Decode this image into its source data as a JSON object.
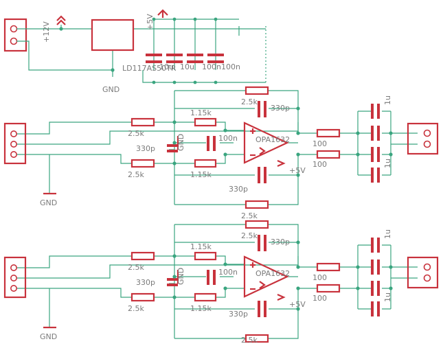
{
  "schematic": {
    "power": {
      "net_12v": "+12V",
      "net_5v": "+5V",
      "gnd": "GND",
      "regulator": "LD117AS50TR",
      "caps": [
        "10u",
        "10u",
        "100n",
        "100n"
      ]
    },
    "stages": [
      {
        "r_in_top": "2.5k",
        "r_in_bot": "2.5k",
        "r_mid_top": "1.15k",
        "r_mid_bot": "1.15k",
        "c_top_fb": "330p",
        "c_bot_fb": "330p",
        "c_shunt": "330p",
        "c_gnd_label": "GND",
        "c_bypass": "100n",
        "r_fb_top": "2.5k",
        "r_fb_bot": "2.5k",
        "opamp": "OPA1632",
        "vcc": "+5V",
        "r_out_top": "100",
        "r_out_bot": "100",
        "c_out_top": "1u",
        "c_out_bot": "1u",
        "gnd": "GND"
      },
      {
        "r_in_top": "2.5k",
        "r_in_bot": "2.5k",
        "r_mid_top": "1.15k",
        "r_mid_bot": "1.15k",
        "c_top_fb": "330p",
        "c_bot_fb": "330p",
        "c_shunt": "330p",
        "c_gnd_label": "GND",
        "c_bypass": "100n",
        "r_fb_top": "2.5k",
        "r_fb_bot": "2.5k",
        "opamp": "OPA1632",
        "vcc": "+5V",
        "r_out_top": "100",
        "r_out_bot": "100",
        "c_out_top": "1u",
        "c_out_bot": "1u",
        "gnd": "GND"
      }
    ],
    "colors": {
      "part": "#c8323c",
      "wire": "#3aa57f",
      "label": "#7a7a7a"
    }
  }
}
